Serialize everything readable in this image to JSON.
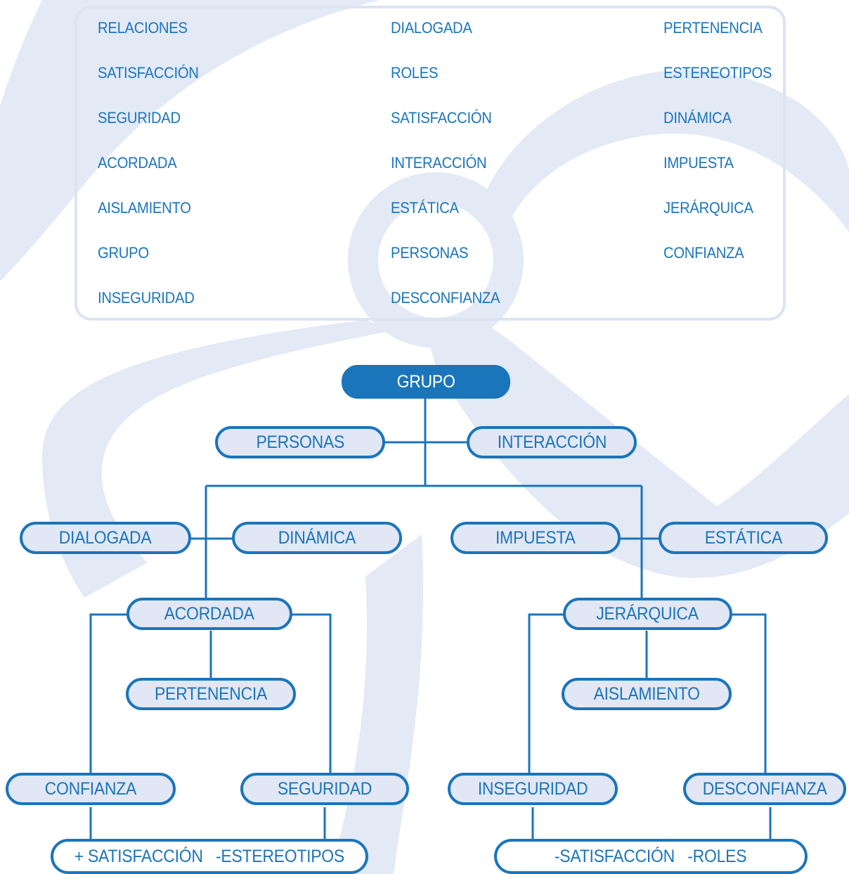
{
  "word_list": {
    "col1": [
      "RELACIONES",
      "SATISFACCIÓN",
      "SEGURIDAD",
      "ACORDADA",
      "AISLAMIENTO",
      "GRUPO",
      "INSEGURIDAD"
    ],
    "col2": [
      "DIALOGADA",
      "ROLES",
      "SATISFACCIÓN",
      "INTERACCIÓN",
      "ESTÁTICA",
      "PERSONAS",
      "DESCONFIANZA"
    ],
    "col3": [
      "PERTENENCIA",
      "ESTEREOTIPOS",
      "DINÁMICA",
      "IMPUESTA",
      "JERÁRQUICA",
      "CONFIANZA"
    ]
  },
  "diagram": {
    "root": "GRUPO",
    "personas": "PERSONAS",
    "interaccion": "INTERACCIÓN",
    "dialogada": "DIALOGADA",
    "dinamica": "DINÁMICA",
    "impuesta": "IMPUESTA",
    "estatica": "ESTÁTICA",
    "acordada": "ACORDADA",
    "jerarquica": "JERÁRQUICA",
    "pertenencia": "PERTENENCIA",
    "aislamiento": "AISLAMIENTO",
    "confianza": "CONFIANZA",
    "seguridad": "SEGURIDAD",
    "inseguridad": "INSEGURIDAD",
    "desconfianza": "DESCONFIANZA",
    "result_left": "+ SATISFACCIÓN   -ESTEREOTIPOS",
    "result_right": "-SATISFACCIÓN   -ROLES"
  },
  "colors": {
    "accent": "#1b75bb",
    "node_fill": "#e1e7f4",
    "watermark": "#e3e9f5"
  }
}
